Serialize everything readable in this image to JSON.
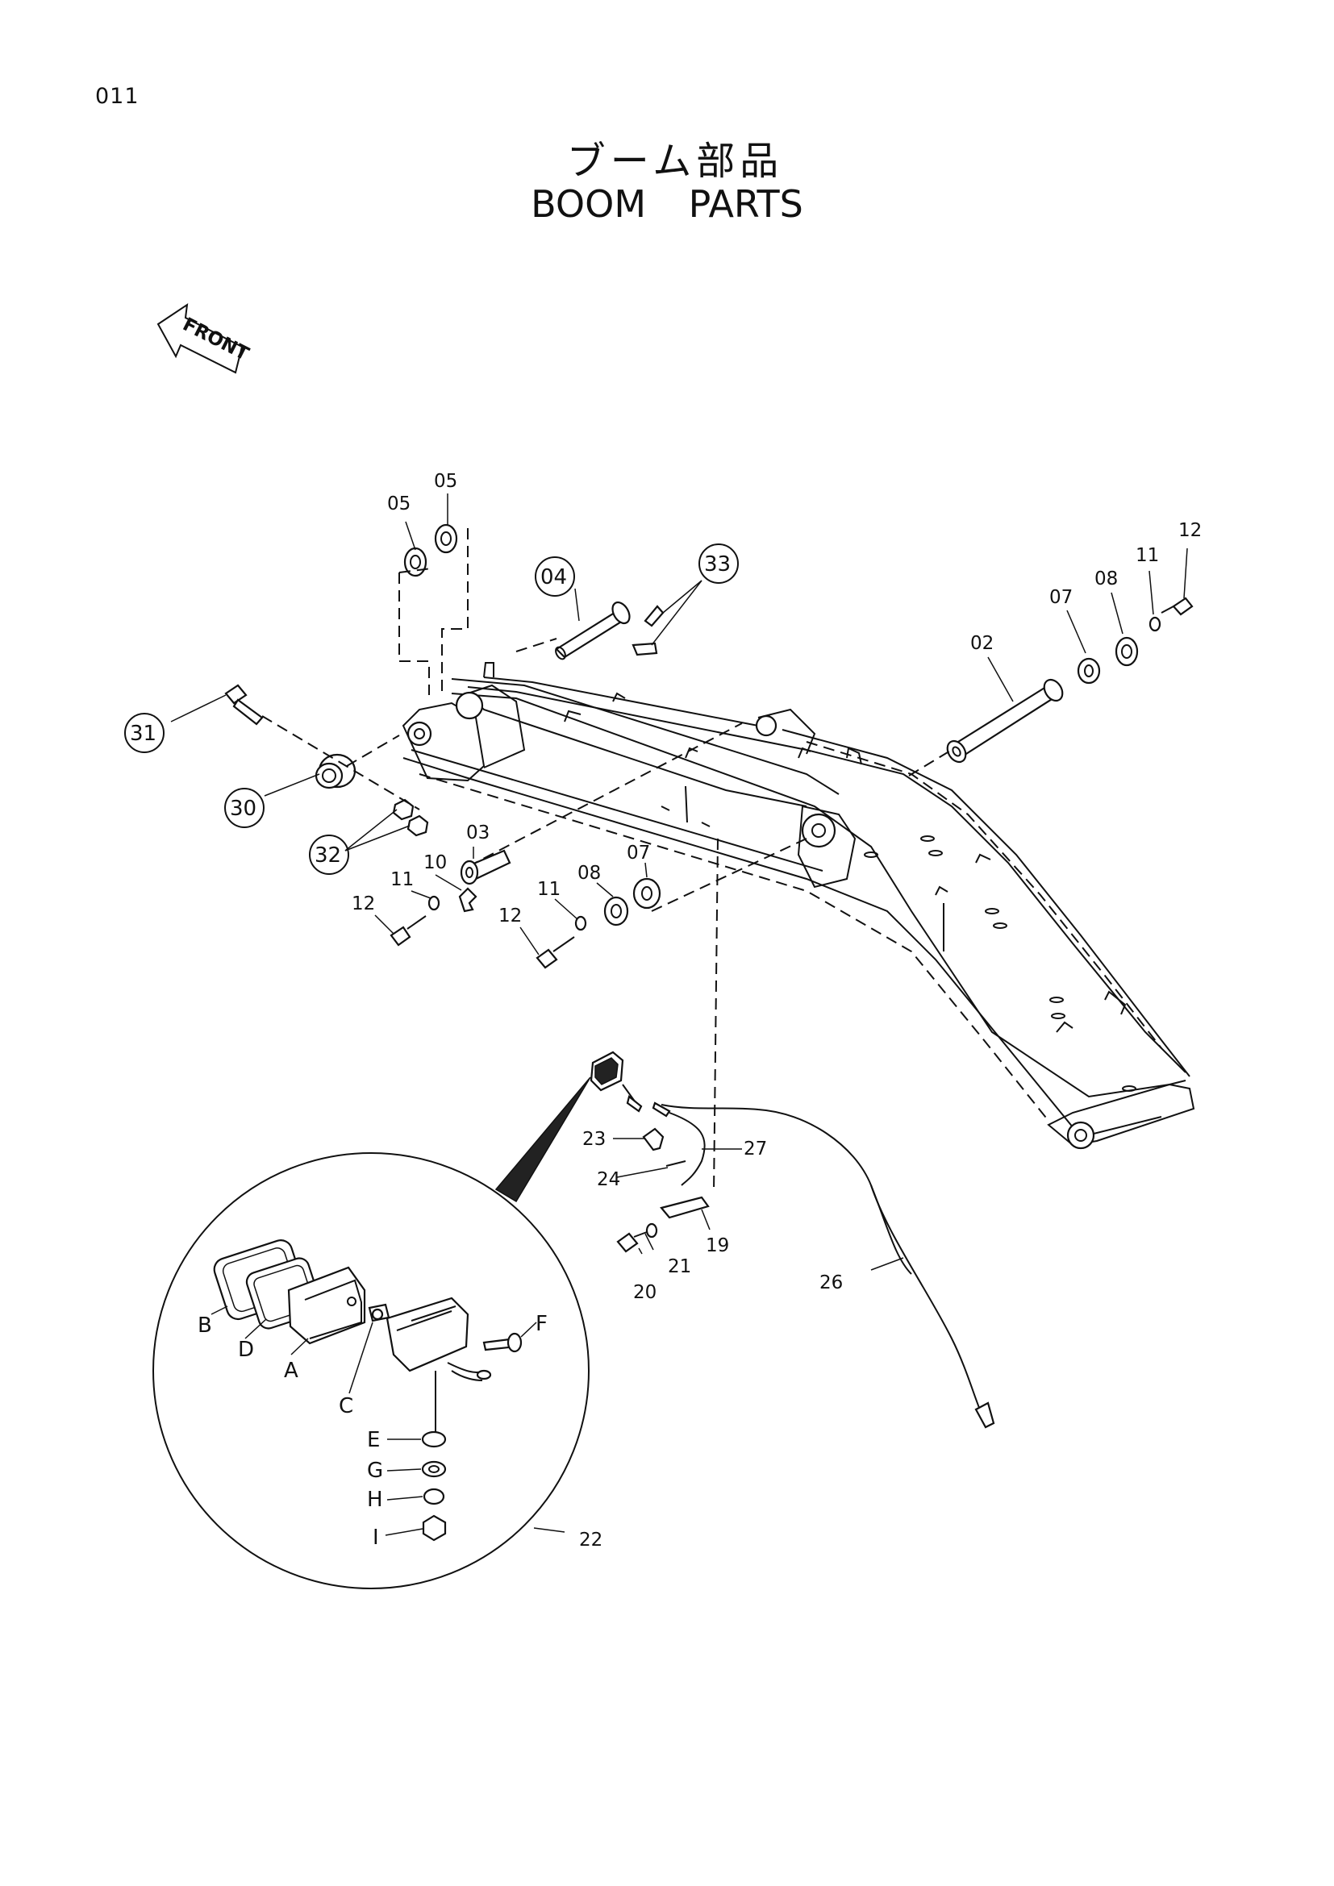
{
  "header": {
    "page_number": "011",
    "title_jp": "ブーム部品",
    "title_en": "BOOM   PARTS"
  },
  "front_marker": {
    "label": "FRONT"
  },
  "callouts": {
    "c02": "02",
    "c03": "03",
    "c04": "04",
    "c05a": "05",
    "c05b": "05",
    "c07a": "07",
    "c07b": "07",
    "c08a": "08",
    "c08b": "08",
    "c10": "10",
    "c11a": "11",
    "c11b": "11",
    "c11c": "11",
    "c12a": "12",
    "c12b": "12",
    "c12c": "12",
    "c19": "19",
    "c20": "20",
    "c21": "21",
    "c22": "22",
    "c23": "23",
    "c24": "24",
    "c26": "26",
    "c27": "27",
    "c30": "30",
    "c31": "31",
    "c32": "32",
    "c33": "33"
  },
  "detail_callouts": {
    "A": "A",
    "B": "B",
    "C": "C",
    "D": "D",
    "E": "E",
    "F": "F",
    "G": "G",
    "H": "H",
    "I": "I"
  }
}
